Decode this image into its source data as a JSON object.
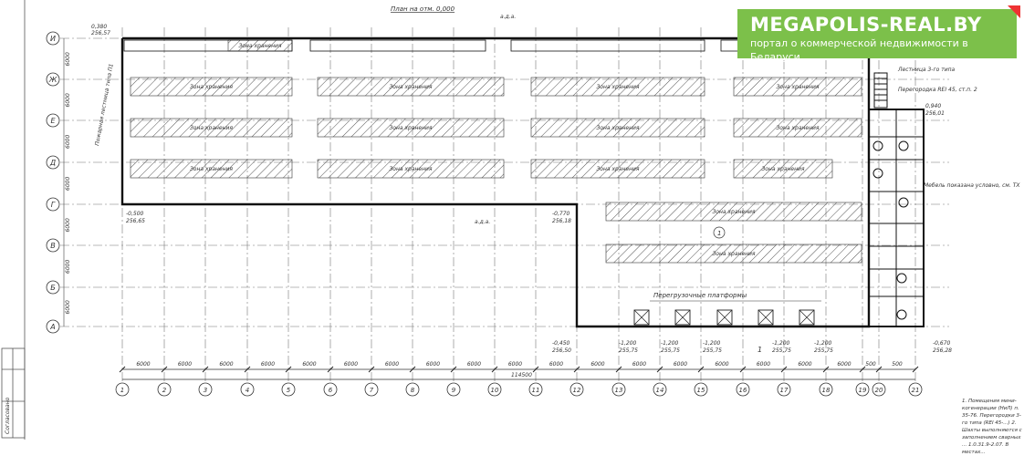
{
  "drawing": {
    "title": "План на отм. 0,000",
    "total_dimension": "114500",
    "span_dimension": "6000",
    "row_labels": [
      "И",
      "Ж",
      "Е",
      "Д",
      "Г",
      "В",
      "Б",
      "А"
    ],
    "column_labels": [
      "1",
      "2",
      "3",
      "4",
      "5",
      "6",
      "7",
      "8",
      "9",
      "10",
      "11",
      "12",
      "13",
      "14",
      "15",
      "16",
      "17",
      "18",
      "19",
      "20",
      "21"
    ],
    "bay_dimensions": [
      "6000",
      "6000",
      "6000",
      "6000",
      "6000",
      "6000",
      "6000",
      "6000",
      "6000",
      "6000",
      "6000",
      "6000",
      "6000",
      "6000",
      "6000",
      "6000",
      "6000",
      "6000",
      "500",
      "500",
      "6000"
    ],
    "storage_zone_label": "Зона хранения",
    "dock_label": "Перегрузочные платформы",
    "stair_label": "Лестница 3-го типа",
    "partition_label": "Перегородка REI 45, ст.п. 2",
    "furniture_label": "Мебель показана условно, см. ТХ",
    "fire_ladder_label": "Пожарная лестница типа П1",
    "room_number": "1",
    "section_mark": "1",
    "levels": {
      "l1": "0,380",
      "l1b": "256,57",
      "l2": "-0,500",
      "l2b": "256,65",
      "l3": "-0,770",
      "l3b": "256,18",
      "l4": "-0,450",
      "l4b": "256,50",
      "l5": "-1,200",
      "l5b": "255,75",
      "l6": "-0,670",
      "l6b": "256,28",
      "l7": "0,940",
      "l7b": "256,01",
      "d1": "-1,200",
      "d1b": "255,75",
      "d2": "-1,200",
      "d2b": "255,75",
      "d3": "-1,200",
      "d3b": "255,75",
      "d4": "-1,200",
      "d4b": "255,75"
    },
    "ada_label": "а.д.а.",
    "notes": "1. Помещения мини-когенерации (НиЛ) п. 35-76. Перегородки 3-го типа (REI 45-...) 2. Шахты выполняются с заполнением сварных ... 1.0.31.9-2.07. В местах..."
  },
  "watermark": {
    "brand": "MEGAPOLIS-REAL.BY",
    "tagline": "портал о коммерческой недвижимости в Беларуси"
  },
  "stamp": {
    "label": "Согласовано"
  }
}
